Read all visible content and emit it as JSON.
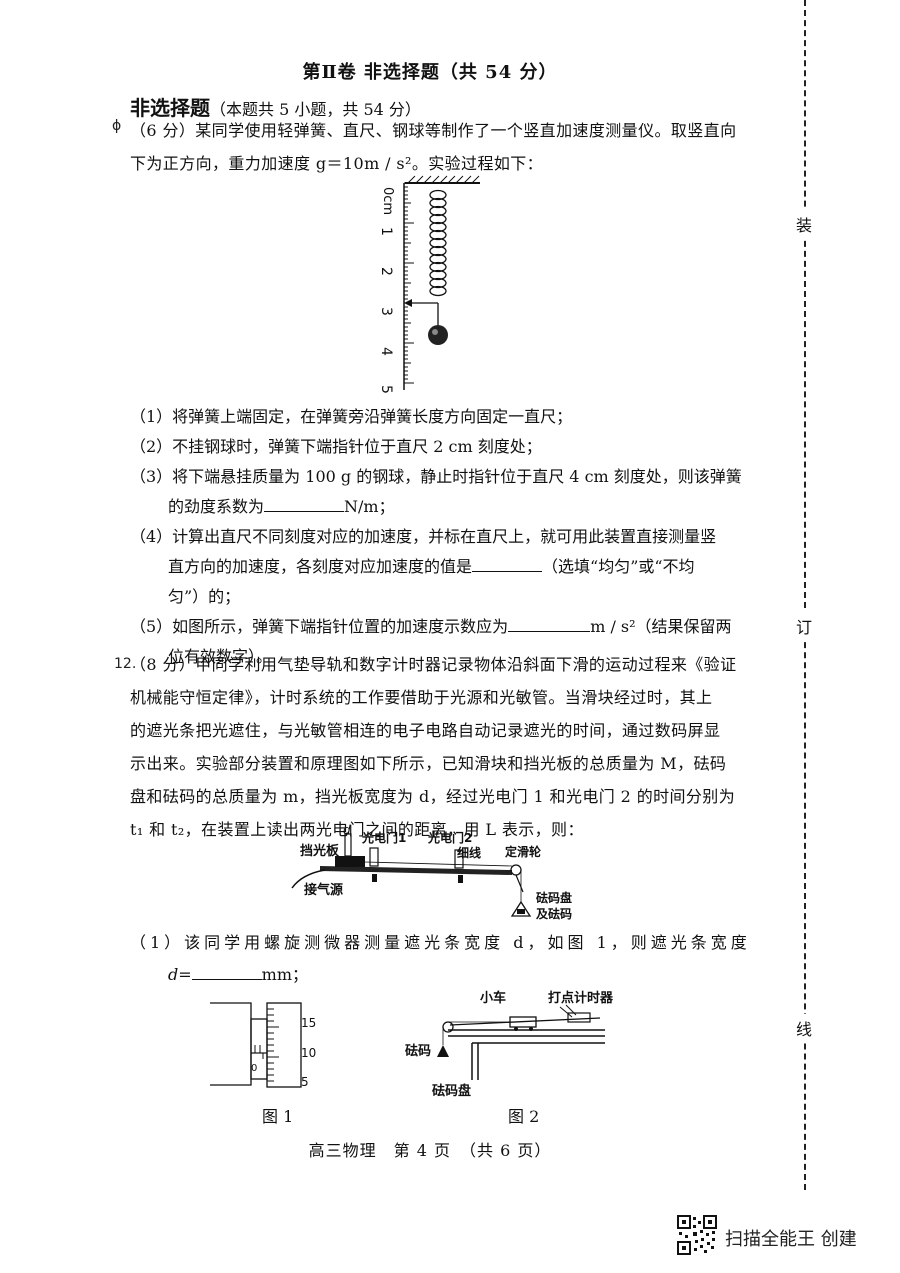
{
  "header": {
    "title": "第Ⅱ卷 非选择题（共 54 分）",
    "section_title": "非选择题",
    "section_note": "（本题共 5 小题，共 54 分）"
  },
  "q11": {
    "margin_mark": "ɸ",
    "intro_a": "（6 分）某同学使用轻弹簧、直尺、钢球等制作了一个竖直加速度测量仪。取竖直向",
    "intro_b": "下为正方向，重力加速度 g＝10m / s²。实验过程如下：",
    "ruler_unit": "0cm",
    "ruler_ticks": [
      "1",
      "2",
      "3",
      "4",
      "5"
    ],
    "steps": [
      "（1）将弹簧上端固定，在弹簧旁沿弹簧长度方向固定一直尺；",
      "（2）不挂钢球时，弹簧下端指针位于直尺 2 cm 刻度处；"
    ],
    "step3_a": "（3）将下端悬挂质量为 100 g 的钢球，静止时指针位于直尺 4 cm 刻度处，则该弹簧",
    "step3_b_pre": "的劲度系数为",
    "step3_b_post": "N/m；",
    "step4_a": "（4）计算出直尺不同刻度对应的加速度，并标在直尺上，就可用此装置直接测量竖",
    "step4_b_pre": "直方向的加速度，各刻度对应加速度的值是",
    "step4_b_post": "（选填“均匀”或“不均",
    "step4_c": "匀”）的；",
    "step5_a_pre": "（5）如图所示，弹簧下端指针位置的加速度示数应为",
    "step5_a_post": "m / s²（结果保留两",
    "step5_b": "位有效数字）。"
  },
  "q12": {
    "number": "12.",
    "lines": [
      "（8 分）甲同学利用气垫导轨和数字计时器记录物体沿斜面下滑的运动过程来《验证",
      "机械能守恒定律》，计时系统的工作要借助于光源和光敏管。当滑块经过时，其上",
      "的遮光条把光遮住，与光敏管相连的电子电路自动记录遮光的时间，通过数码屏显",
      "示出来。实验部分装置和原理图如下所示，已知滑块和挡光板的总质量为 M，砝码",
      "盘和砝码的总质量为 m，挡光板宽度为 d，经过光电门 1 和光电门 2 的时间分别为",
      "t₁ 和 t₂，在装置上读出两光电门之间的距离，用 L 表示，则："
    ],
    "apparatus_labels": {
      "d": "d",
      "shade_plate": "挡光板",
      "gate1": "光电门1",
      "gate2": "光电门2",
      "thread": "细线",
      "pulley": "定滑轮",
      "air_source": "接气源",
      "weights_a": "砝码盘",
      "weights_b": "及砝码"
    },
    "sub1_a": "（1）该同学用螺旋测微器测量遮光条宽度 d，如图 1，则遮光条宽度",
    "sub1_b_pre": "d=",
    "sub1_b_post": "mm；",
    "fig1": {
      "caption": "图 1",
      "scale": [
        "15",
        "10",
        "5"
      ],
      "zero": "0"
    },
    "fig2": {
      "caption": "图 2",
      "cart": "小车",
      "timer": "打点计时器",
      "weight": "砝码",
      "pan": "砝码盘"
    }
  },
  "footer": "高三物理　第 4 页　（共 6 页）",
  "binding_marks": [
    "装",
    "订",
    "线"
  ],
  "scanner": "扫描全能王 创建"
}
